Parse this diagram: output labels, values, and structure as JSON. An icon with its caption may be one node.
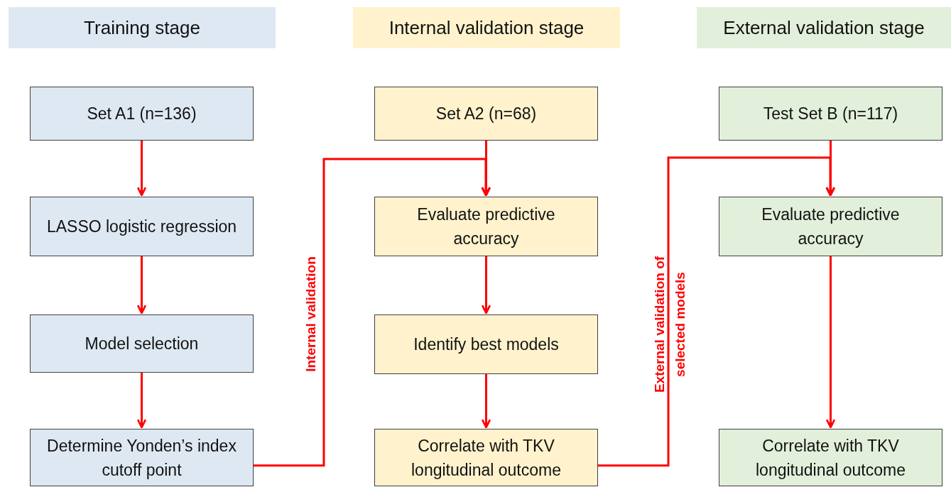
{
  "diagram": {
    "nodes": [
      {
        "text": [
          "Training stage"
        ]
      },
      {
        "text": [
          "Internal validation stage"
        ]
      },
      {
        "text": [
          "External validation stage"
        ]
      },
      {
        "text": [
          "Set A1 (n=136)"
        ]
      },
      {
        "text": [
          "LASSO logistic regression"
        ]
      },
      {
        "text": [
          "Model selection"
        ]
      },
      {
        "text": [
          "Determine Yonden’s index cutoff point"
        ]
      },
      {
        "text": [
          "Set A2 (n=68)"
        ]
      },
      {
        "text": [
          "Evaluate predictive accuracy"
        ]
      },
      {
        "text": [
          "Identify best models"
        ]
      },
      {
        "text": [
          "Correlate with TKV longitudinal outcome"
        ]
      },
      {
        "text": [
          "Test Set B (n=117)"
        ]
      },
      {
        "text": [
          "Evaluate predictive accuracy"
        ]
      },
      {
        "text": [
          "Correlate with TKV longitudinal outcome"
        ]
      }
    ],
    "edges": [
      {
        "from": 3,
        "to": 4,
        "arrow": "to"
      },
      {
        "from": 4,
        "to": 5,
        "arrow": "to"
      },
      {
        "from": 5,
        "to": 6,
        "arrow": "to"
      },
      {
        "from": 6,
        "to": 8,
        "arrow": "to",
        "label": "Internal validation"
      },
      {
        "from": 7,
        "to": 8,
        "arrow": "to"
      },
      {
        "from": 8,
        "to": 9,
        "arrow": "to"
      },
      {
        "from": 9,
        "to": 10,
        "arrow": "to"
      },
      {
        "from": 10,
        "to": 12,
        "arrow": "to",
        "label": "External validation of selected models"
      },
      {
        "from": 11,
        "to": 12,
        "arrow": "to"
      },
      {
        "from": 12,
        "to": 13,
        "arrow": "to"
      }
    ]
  }
}
